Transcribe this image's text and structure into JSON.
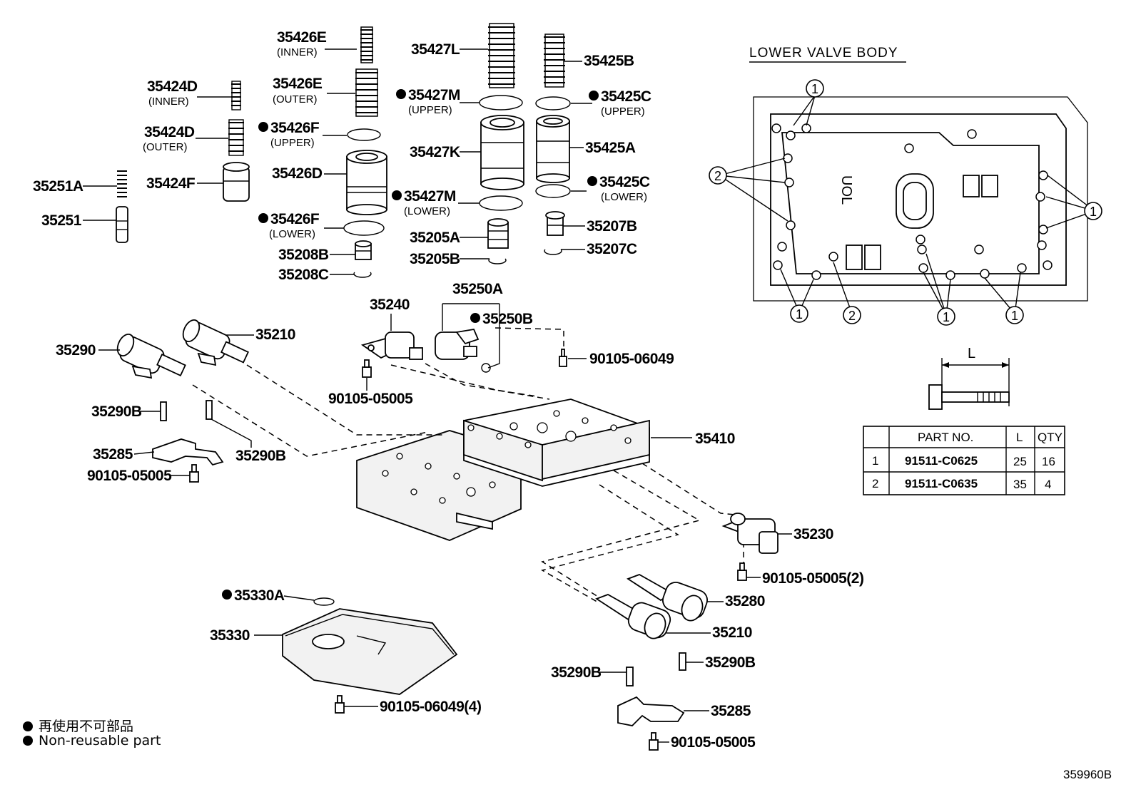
{
  "callouts": [
    {
      "id": "c-35426e-i",
      "number": "35426E",
      "note": "(INNER)"
    },
    {
      "id": "c-35426e-o",
      "number": "35426E",
      "note": "(OUTER)"
    },
    {
      "id": "c-35426f-u",
      "number": "35426F",
      "note": "(UPPER)"
    },
    {
      "id": "c-35426d",
      "number": "35426D",
      "note": ""
    },
    {
      "id": "c-35426f-l",
      "number": "35426F",
      "note": "(LOWER)"
    },
    {
      "id": "c-35208b",
      "number": "35208B",
      "note": ""
    },
    {
      "id": "c-35208c",
      "number": "35208C",
      "note": ""
    },
    {
      "id": "c-35424d-i",
      "number": "35424D",
      "note": "(INNER)"
    },
    {
      "id": "c-35424d-o",
      "number": "35424D",
      "note": "(OUTER)"
    },
    {
      "id": "c-35424f",
      "number": "35424F",
      "note": ""
    },
    {
      "id": "c-35251a",
      "number": "35251A",
      "note": ""
    },
    {
      "id": "c-35251",
      "number": "35251",
      "note": ""
    },
    {
      "id": "c-35427l",
      "number": "35427L",
      "note": ""
    },
    {
      "id": "c-35427m-u",
      "number": "35427M",
      "note": "(UPPER)"
    },
    {
      "id": "c-35427k",
      "number": "35427K",
      "note": ""
    },
    {
      "id": "c-35427m-l",
      "number": "35427M",
      "note": "(LOWER)"
    },
    {
      "id": "c-35205a",
      "number": "35205A",
      "note": ""
    },
    {
      "id": "c-35205b",
      "number": "35205B",
      "note": ""
    },
    {
      "id": "c-35425b",
      "number": "35425B",
      "note": ""
    },
    {
      "id": "c-35425c-u",
      "number": "35425C",
      "note": "(UPPER)"
    },
    {
      "id": "c-35425a",
      "number": "35425A",
      "note": ""
    },
    {
      "id": "c-35425c-l",
      "number": "35425C",
      "note": "(LOWER)"
    },
    {
      "id": "c-35207b",
      "number": "35207B",
      "note": ""
    },
    {
      "id": "c-35207c",
      "number": "35207C",
      "note": ""
    },
    {
      "id": "c-35240",
      "number": "35240",
      "note": ""
    },
    {
      "id": "c-35250a",
      "number": "35250A",
      "note": ""
    },
    {
      "id": "c-35250b",
      "number": "35250B",
      "note": ""
    },
    {
      "id": "c-90105-06049a",
      "number": "90105-06049",
      "note": ""
    },
    {
      "id": "c-90105-05005a",
      "number": "90105-05005",
      "note": ""
    },
    {
      "id": "c-35290",
      "number": "35290",
      "note": ""
    },
    {
      "id": "c-35210a",
      "number": "35210",
      "note": ""
    },
    {
      "id": "c-35290b-a",
      "number": "35290B",
      "note": ""
    },
    {
      "id": "c-35285a",
      "number": "35285",
      "note": ""
    },
    {
      "id": "c-35290b-b",
      "number": "35290B",
      "note": ""
    },
    {
      "id": "c-90105-05005b",
      "number": "90105-05005",
      "note": ""
    },
    {
      "id": "c-35410",
      "number": "35410",
      "note": ""
    },
    {
      "id": "c-35230",
      "number": "35230",
      "note": ""
    },
    {
      "id": "c-90105-05005-2",
      "number": "90105-05005(2)",
      "note": ""
    },
    {
      "id": "c-35330a",
      "number": "35330A",
      "note": ""
    },
    {
      "id": "c-35330",
      "number": "35330",
      "note": ""
    },
    {
      "id": "c-35280",
      "number": "35280",
      "note": ""
    },
    {
      "id": "c-35210b",
      "number": "35210",
      "note": ""
    },
    {
      "id": "c-35290b-c",
      "number": "35290B",
      "note": ""
    },
    {
      "id": "c-35290b-d",
      "number": "35290B",
      "note": ""
    },
    {
      "id": "c-35285b",
      "number": "35285",
      "note": ""
    },
    {
      "id": "c-90105-06049-4",
      "number": "90105-06049(4)",
      "note": ""
    },
    {
      "id": "c-90105-05005c",
      "number": "90105-05005",
      "note": ""
    }
  ],
  "lower_valve_body": {
    "title": "LOWER VALVE BODY",
    "bolt_markers": [
      "1",
      "1",
      "1",
      "1",
      "1",
      "2",
      "2"
    ],
    "length_label": "L"
  },
  "bolt_table": {
    "headers": [
      "",
      "PART NO.",
      "L",
      "QTY"
    ],
    "rows": [
      [
        "1",
        "91511-C0625",
        "25",
        "16"
      ],
      [
        "2",
        "91511-C0635",
        "35",
        "4"
      ]
    ]
  },
  "legend": {
    "japanese": "再使用不可部品",
    "english": "Non-reusable part"
  },
  "diagram_code": "359960B"
}
